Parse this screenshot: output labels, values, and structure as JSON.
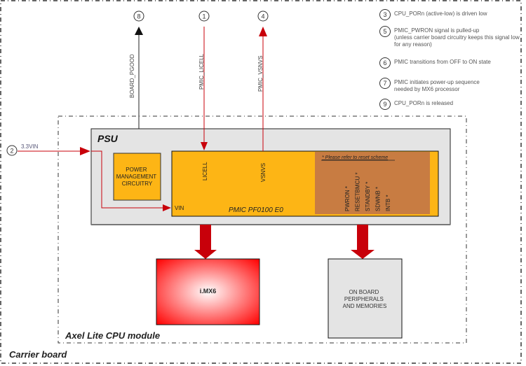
{
  "diagram": {
    "title": "Axel Lite power-up sequence",
    "colors": {
      "signal_red": "#c8000a",
      "signal_black": "#222222",
      "psu_fill": "#e4e4e4",
      "pmic_fill": "#fdb515",
      "reset_fill": "#c87c42",
      "box_gray": "#e4e4e4",
      "mx6_red": "#ff0000"
    },
    "containers": {
      "carrier_board": "Carrier board",
      "cpu_module": "Axel Lite CPU module",
      "psu": "PSU"
    },
    "blocks": {
      "power_management": "POWER MANAGEMENT CIRCUITRY",
      "pmic": "PMIC PF0100 E0",
      "imx6": "i.MX6",
      "peripherals": "ON BOARD PERIPHERALS AND MEMORIES"
    },
    "pmic_pins": {
      "licell": "LICELL",
      "vsnvs": "VSNVS",
      "vin": "VIN"
    },
    "reset_group": {
      "note": "* Please refer to reset scheme",
      "pins": [
        "PWRON *",
        "RESETBMCU *",
        "STANDBY *",
        "SDWNB *",
        "INTB *"
      ]
    },
    "signals": [
      {
        "step": "8",
        "name": "BOARD_PGOOD",
        "direction": "out"
      },
      {
        "step": "1",
        "name": "PMIC_LICELL",
        "direction": "in"
      },
      {
        "step": "4",
        "name": "PMIC_VSNVS",
        "direction": "out"
      },
      {
        "step": "2",
        "name": "3.3VIN",
        "direction": "in"
      }
    ],
    "notes": [
      {
        "step": "3",
        "text": "CPU_PORn (active-low) is driven low"
      },
      {
        "step": "5",
        "text": "PMIC_PWRON signal is pulled-up",
        "subtext": "(unless carrier board circuitry keeps this signal low for any reason)"
      },
      {
        "step": "6",
        "text": "PMIC transitions from OFF to ON state"
      },
      {
        "step": "7",
        "text": "PMIC initiates power-up sequence",
        "subtext": "needed by MX6 processor"
      },
      {
        "step": "9",
        "text": "CPU_PORn is released"
      }
    ]
  }
}
